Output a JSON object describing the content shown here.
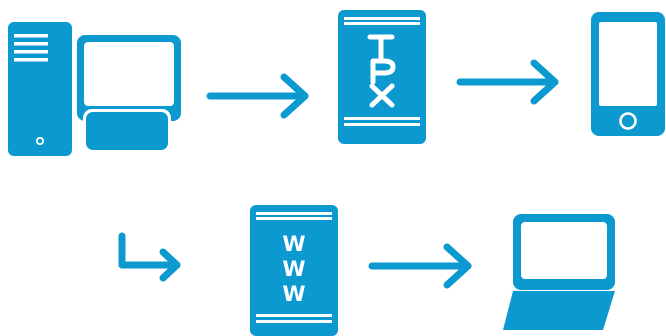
{
  "colors": {
    "accent": "#0b99d0",
    "background": "#ffffff"
  },
  "nodes": {
    "desktop": {
      "icon": "desktop-computer-icon"
    },
    "server_tpx": {
      "icon": "server-document-icon",
      "label": "TPX"
    },
    "smartphone": {
      "icon": "smartphone-icon"
    },
    "server_www": {
      "icon": "server-document-icon",
      "label_lines": [
        "W",
        "W",
        "W"
      ]
    },
    "laptop": {
      "icon": "laptop-icon"
    }
  },
  "arrows": [
    {
      "from": "desktop",
      "to": "server_tpx",
      "icon": "arrow-right-icon"
    },
    {
      "from": "server_tpx",
      "to": "smartphone",
      "icon": "arrow-right-icon"
    },
    {
      "from": "smartphone",
      "to": "server_www",
      "icon": "arrow-down-right-icon"
    },
    {
      "from": "server_www",
      "to": "laptop",
      "icon": "arrow-right-icon"
    }
  ]
}
